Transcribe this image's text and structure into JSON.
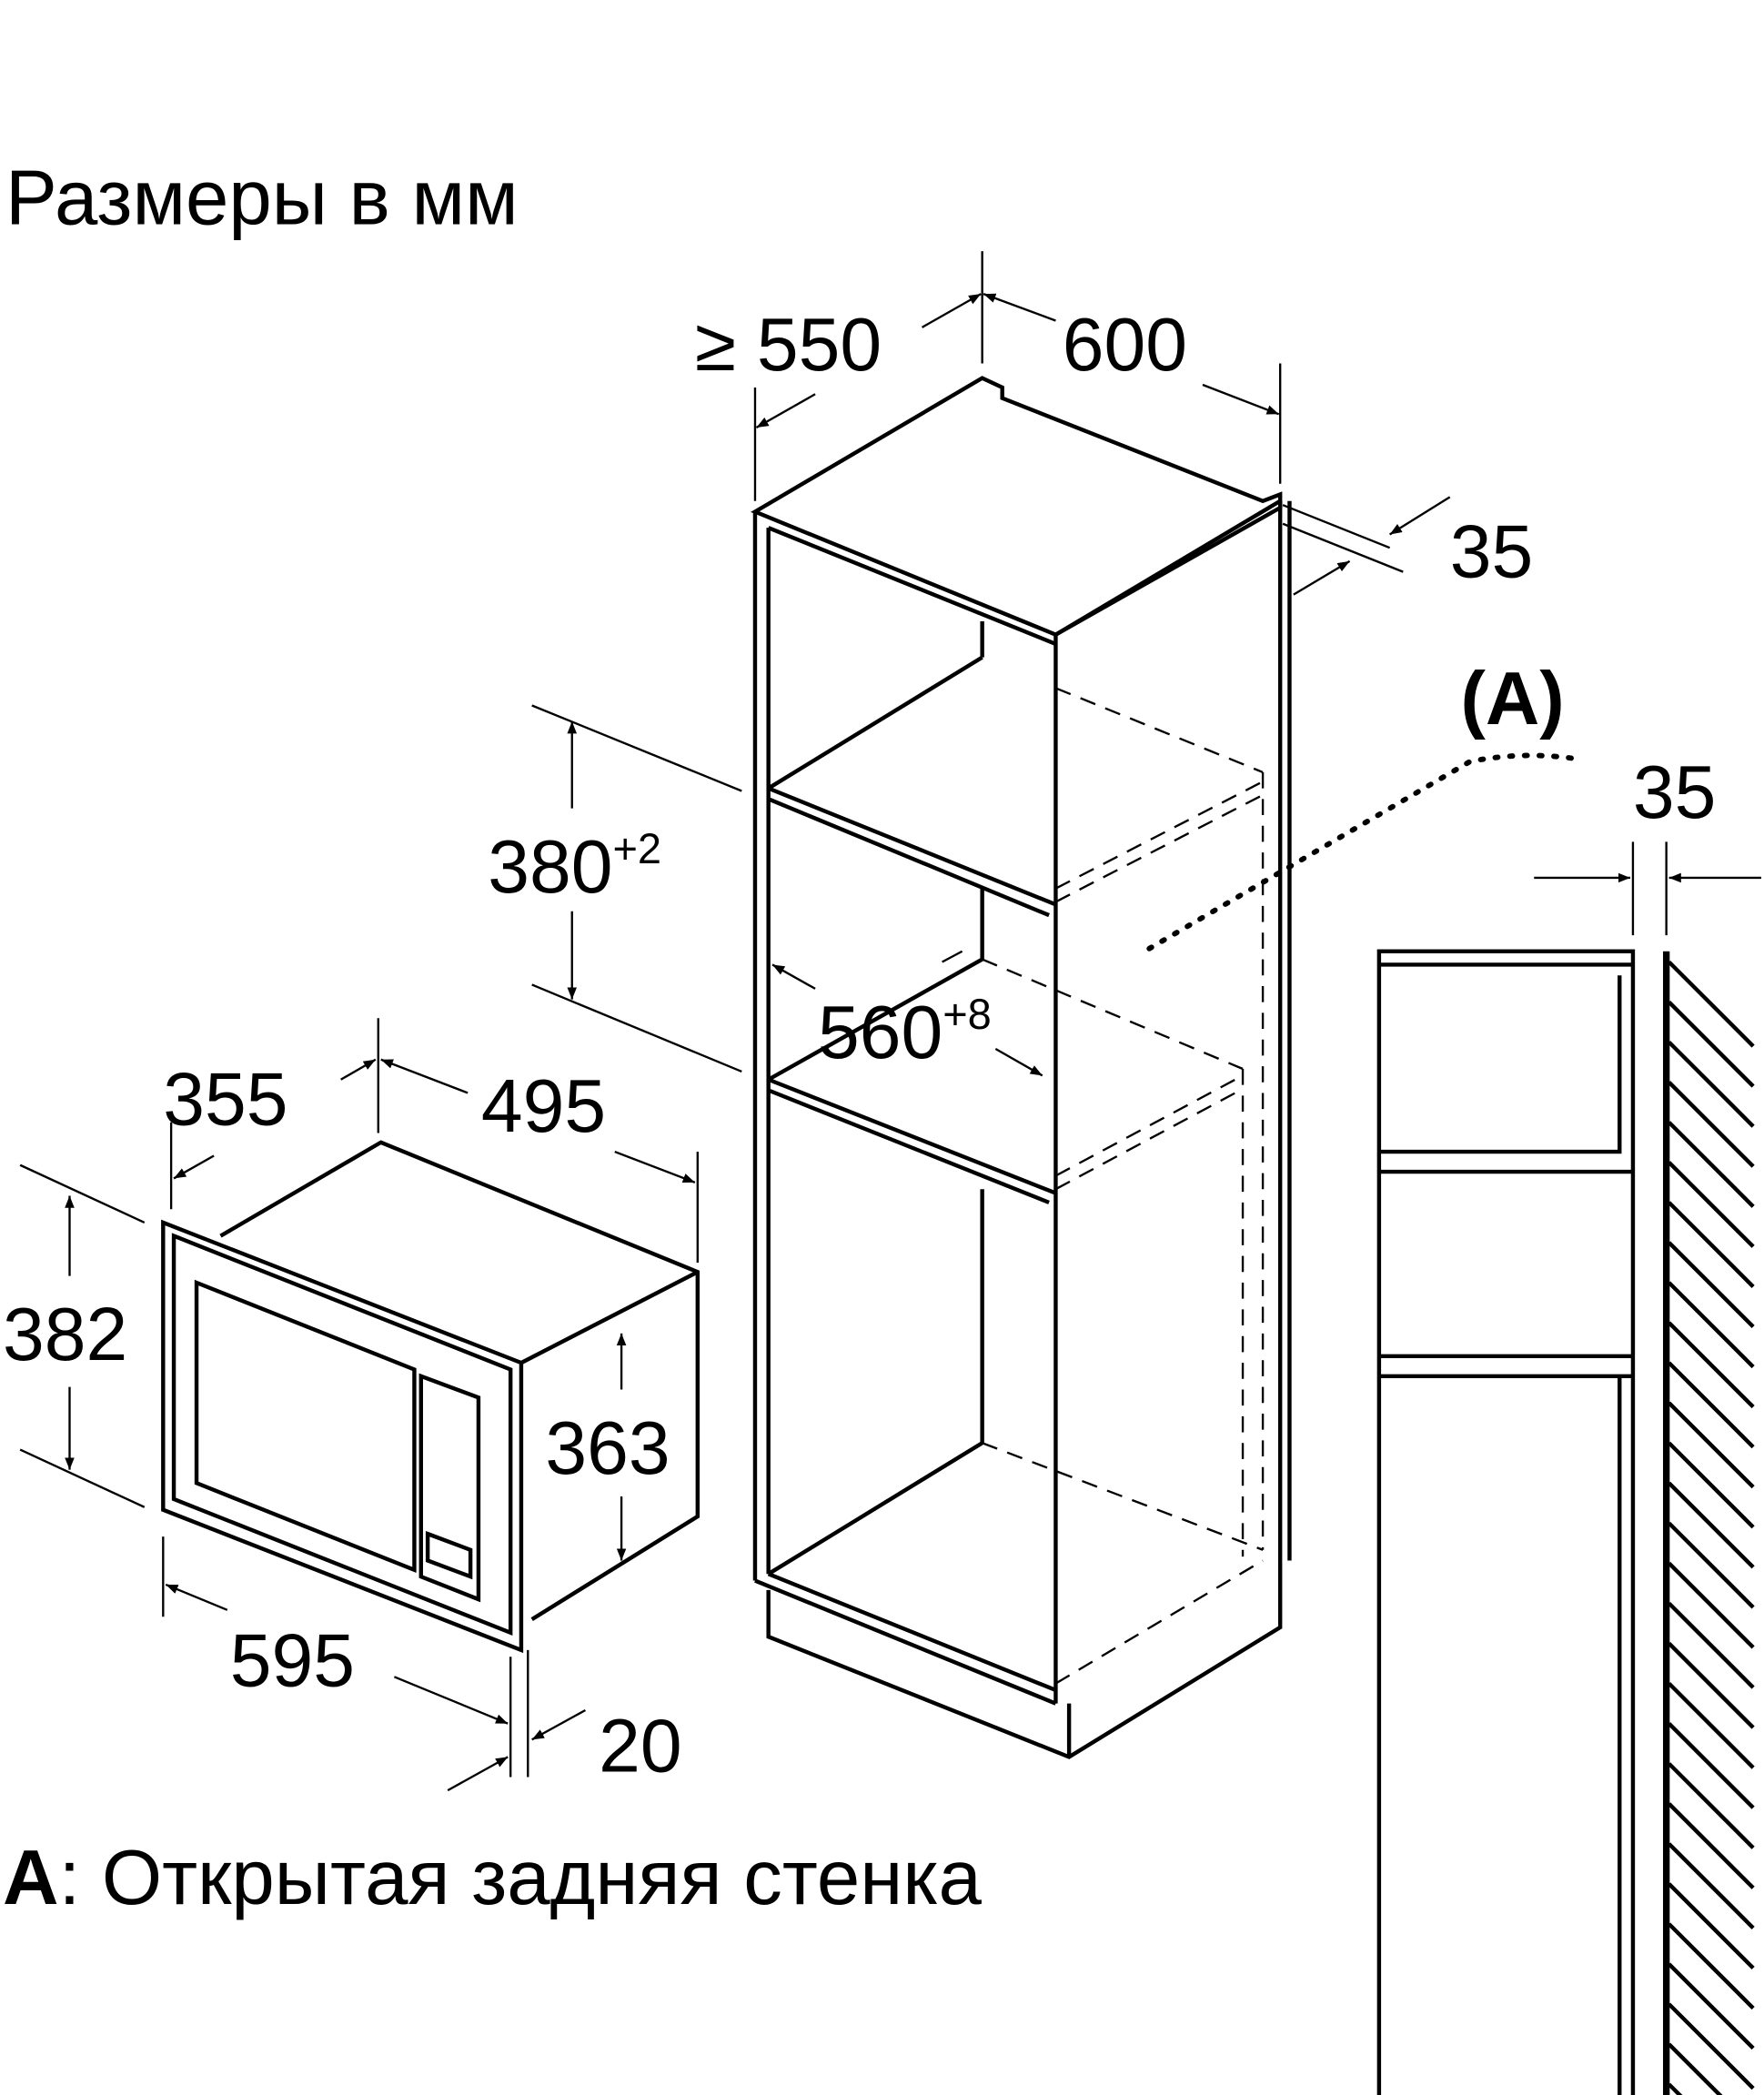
{
  "title": "Размеры в мм",
  "cabinet": {
    "depth_min": "≥ 550",
    "width": "600",
    "rear_gap": "35",
    "niche_height": "380",
    "niche_height_tol": "+2",
    "niche_width": "560",
    "niche_width_tol": "+8"
  },
  "side_view": {
    "marker": "(A)",
    "rear_gap": "35"
  },
  "appliance": {
    "depth": "355",
    "body_width": "495",
    "height": "382",
    "body_height": "363",
    "width": "595",
    "front_thickness": "20"
  },
  "legend": {
    "key": "A",
    "text": ": Открытая задняя стенка"
  }
}
